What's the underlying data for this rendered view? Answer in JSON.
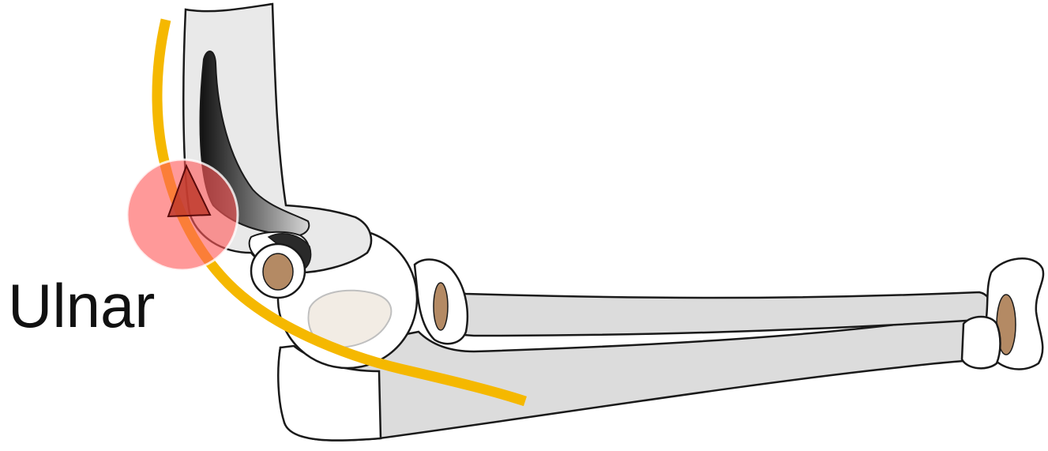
{
  "label": {
    "text": "Ulnar"
  },
  "colors": {
    "nerve": "#f5b800",
    "highlight": "#ff5b5b",
    "marker": "#c0392b",
    "bone_fill": "#ffffff",
    "shaft_fill": "#dcdcdc",
    "humerus_fill": "#e9e9e9",
    "cartilage": "#b48a64",
    "outline": "#1a1a1a"
  },
  "icons": {
    "marker": "triangle-marker",
    "nerve_path": "nerve-line"
  }
}
